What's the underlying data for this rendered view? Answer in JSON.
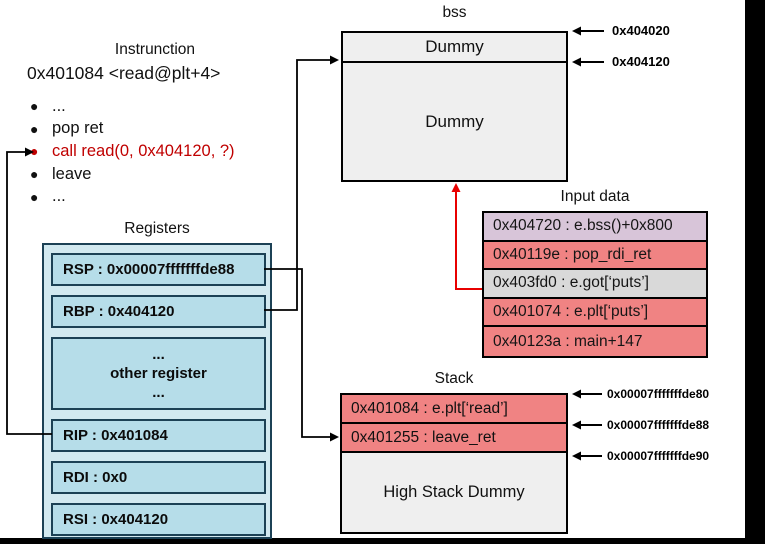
{
  "colors": {
    "background": "#ffffff",
    "letterbox": "#000000",
    "salmon_row": "#f08383",
    "purple_row": "#d8c5d9",
    "gray_row": "#d9d9d9",
    "light_gray_box": "#efefef",
    "register_fill": "#b6dde9",
    "register_border": "#1c4155",
    "highlight_red_text": "#c00000",
    "red_connector": "#e80000"
  },
  "instruction": {
    "title": "Instrunction",
    "header": "0x401084 <read@plt+4>",
    "items": [
      {
        "text": "..."
      },
      {
        "text": "pop ret"
      },
      {
        "text": "call read(0, 0x404120, ?)"
      },
      {
        "text": "leave"
      },
      {
        "text": "..."
      }
    ]
  },
  "bss": {
    "title": "bss",
    "rows": [
      {
        "text": "Dummy"
      },
      {
        "text": "Dummy"
      }
    ],
    "address_labels": [
      "0x404020",
      "0x404120"
    ]
  },
  "input_data": {
    "title": "Input data",
    "rows": [
      {
        "text": "0x404720 : e.bss()+0x800"
      },
      {
        "text": "0x40119e : pop_rdi_ret"
      },
      {
        "text": "0x403fd0 : e.got[‘puts’]"
      },
      {
        "text": "0x401074 : e.plt[‘puts’]"
      },
      {
        "text": "0x40123a : main+147"
      }
    ]
  },
  "registers": {
    "title": "Registers",
    "rows": [
      {
        "text": "RSP : 0x00007fffffffde88"
      },
      {
        "text": "RBP : 0x404120"
      },
      {
        "lines": [
          "...",
          "other register",
          "..."
        ]
      },
      {
        "text": "RIP : 0x401084"
      },
      {
        "text": "RDI : 0x0"
      },
      {
        "text": "RSI : 0x404120"
      }
    ]
  },
  "stack": {
    "title": "Stack",
    "rows": [
      {
        "text": "0x401084 : e.plt[‘read’]"
      },
      {
        "text": "0x401255 : leave_ret"
      },
      {
        "text": "High Stack Dummy"
      }
    ],
    "address_labels": [
      "0x00007fffffffde80",
      "0x00007fffffffde88",
      "0x00007fffffffde90"
    ]
  }
}
